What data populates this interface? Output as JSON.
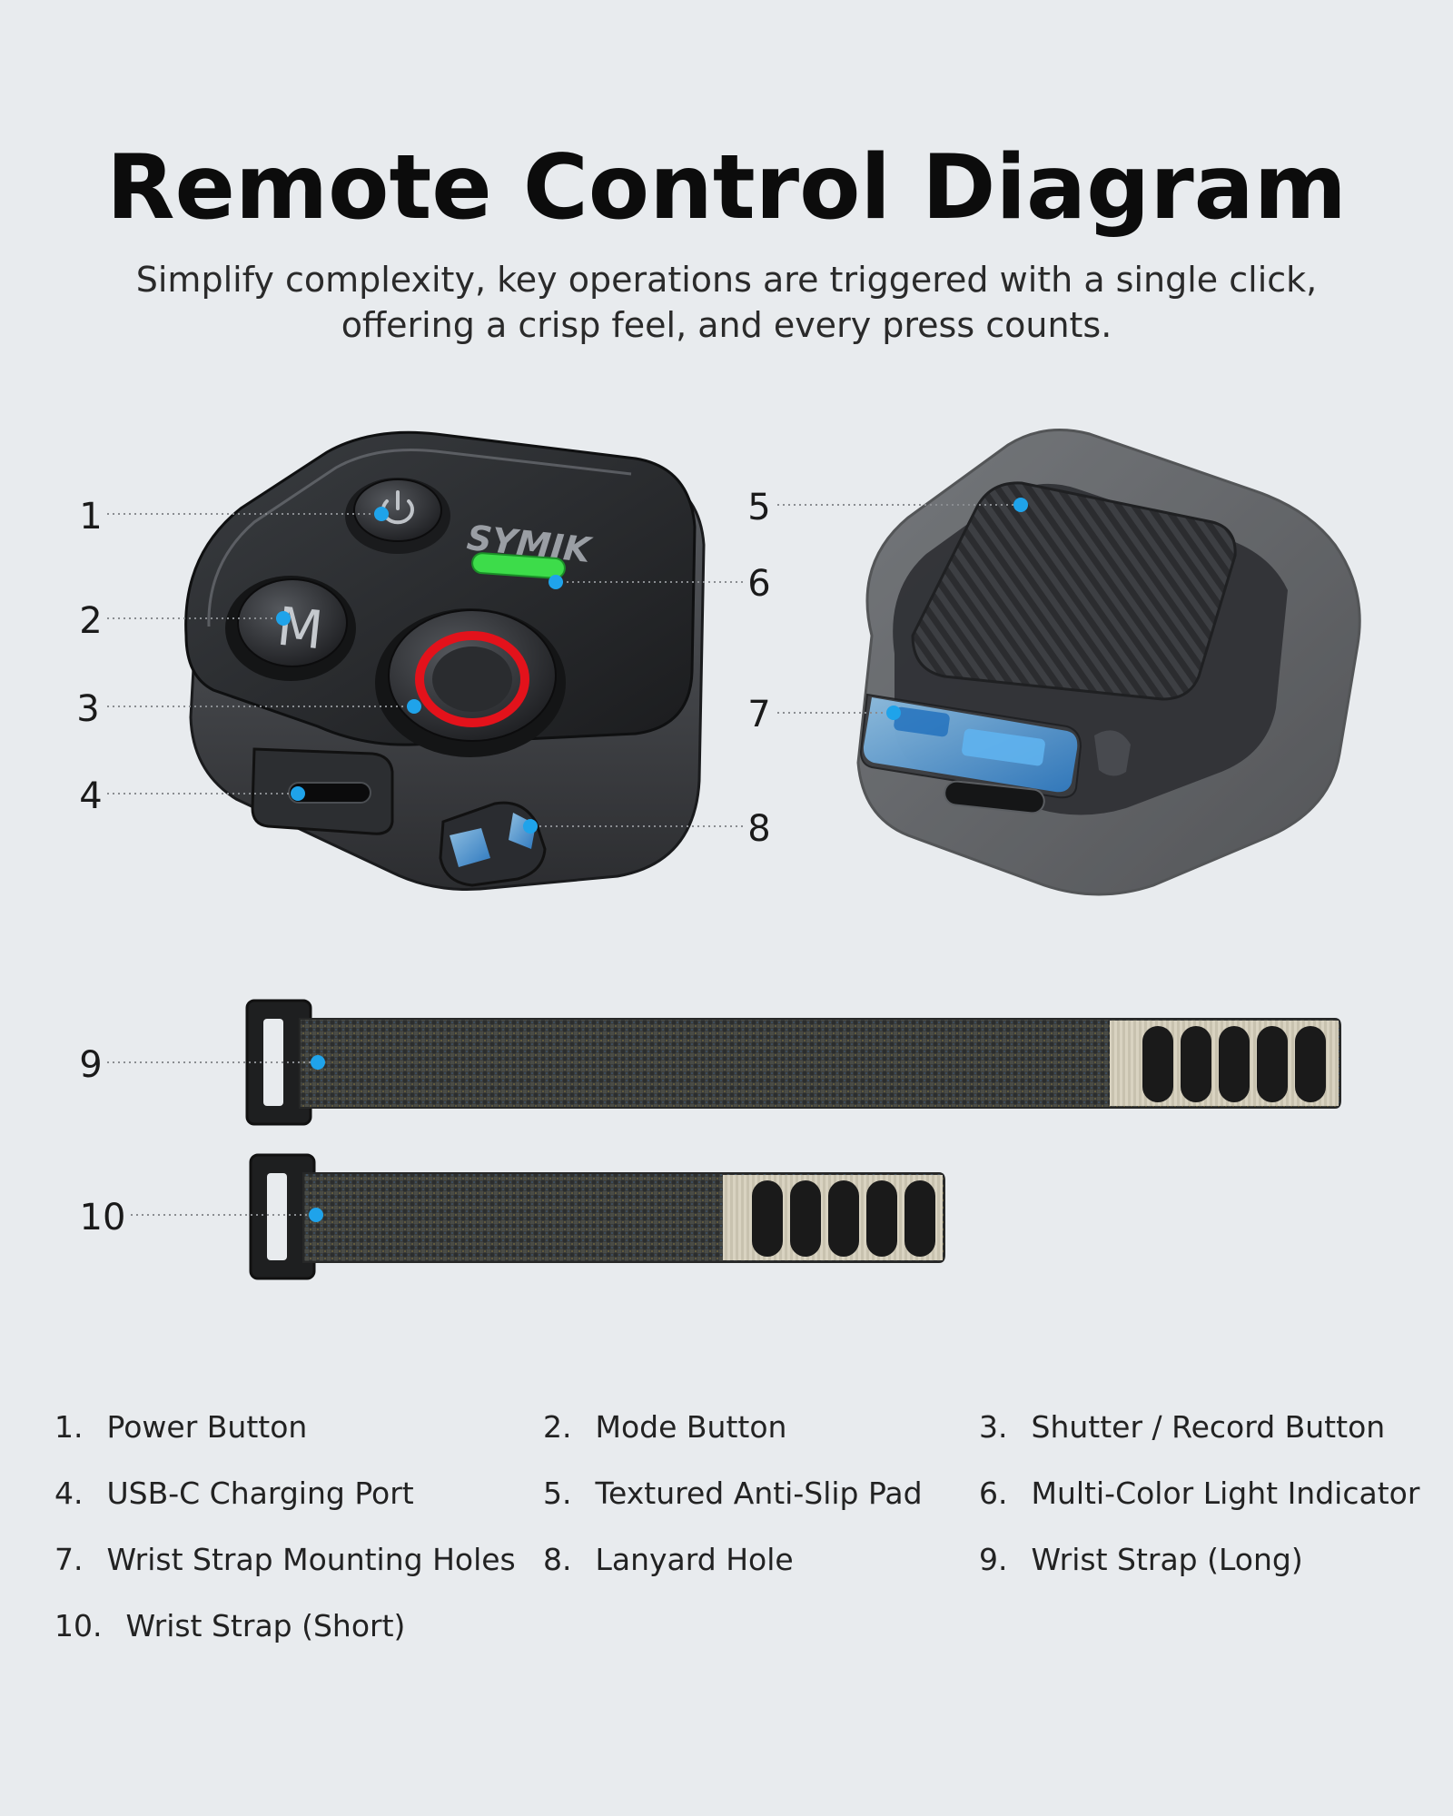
{
  "header": {
    "title": "Remote Control Diagram",
    "subtitle_line1": "Simplify complexity, key operations are triggered with a single click,",
    "subtitle_line2": "offering a crisp feel, and every press counts."
  },
  "device": {
    "brand": "SYMIK",
    "mode_key": "M"
  },
  "colors": {
    "background": "#e8ebee",
    "callout_dot": "#1fa3ea",
    "indicator_light": "#3ddc4a",
    "shutter_ring": "#e3121b",
    "device_body": "#2a2c2f",
    "strap_fabric": "#3b3d3c",
    "strap_velcro": "#d8d2c0"
  },
  "callouts": [
    {
      "num": "1",
      "name": "Power Button"
    },
    {
      "num": "2",
      "name": "Mode Button"
    },
    {
      "num": "3",
      "name": "Shutter / Record Button"
    },
    {
      "num": "4",
      "name": "USB-C Charging Port"
    },
    {
      "num": "5",
      "name": "Textured Anti-Slip Pad"
    },
    {
      "num": "6",
      "name": "Multi-Color Light Indicator"
    },
    {
      "num": "7",
      "name": "Wrist Strap Mounting Holes"
    },
    {
      "num": "8",
      "name": "Lanyard Hole"
    },
    {
      "num": "9",
      "name": "Wrist Strap (Long)"
    },
    {
      "num": "10",
      "name": "Wrist Strap (Short)"
    }
  ],
  "legend": [
    {
      "num": "1.",
      "label": "Power Button"
    },
    {
      "num": "2.",
      "label": "Mode Button"
    },
    {
      "num": "3.",
      "label": "Shutter / Record Button"
    },
    {
      "num": "4.",
      "label": "USB-C Charging Port"
    },
    {
      "num": "5.",
      "label": "Textured Anti-Slip Pad"
    },
    {
      "num": "6.",
      "label": "Multi-Color Light Indicator"
    },
    {
      "num": "7.",
      "label": "Wrist Strap Mounting Holes"
    },
    {
      "num": "8.",
      "label": "Lanyard Hole"
    },
    {
      "num": "9.",
      "label": "Wrist Strap (Long)"
    },
    {
      "num": "10.",
      "label": "Wrist Strap (Short)"
    }
  ]
}
